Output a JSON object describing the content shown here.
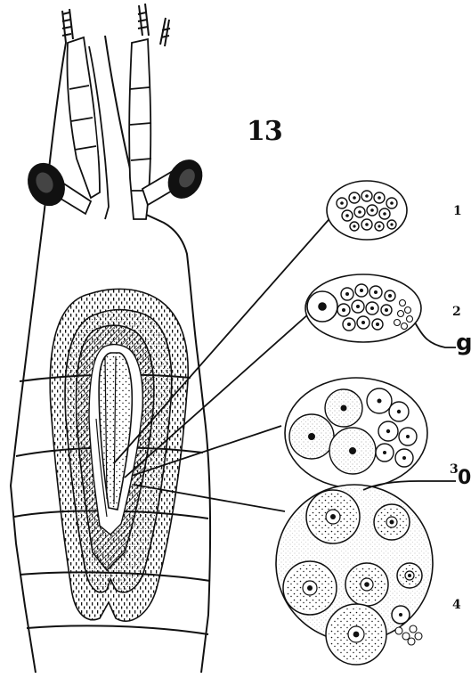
{
  "figure": {
    "number": "13",
    "stage_labels": [
      "1",
      "2",
      "3",
      "4"
    ],
    "side_labels": {
      "g": "g",
      "o": "0"
    }
  },
  "colors": {
    "ink": "#111111",
    "paper": "#ffffff"
  }
}
